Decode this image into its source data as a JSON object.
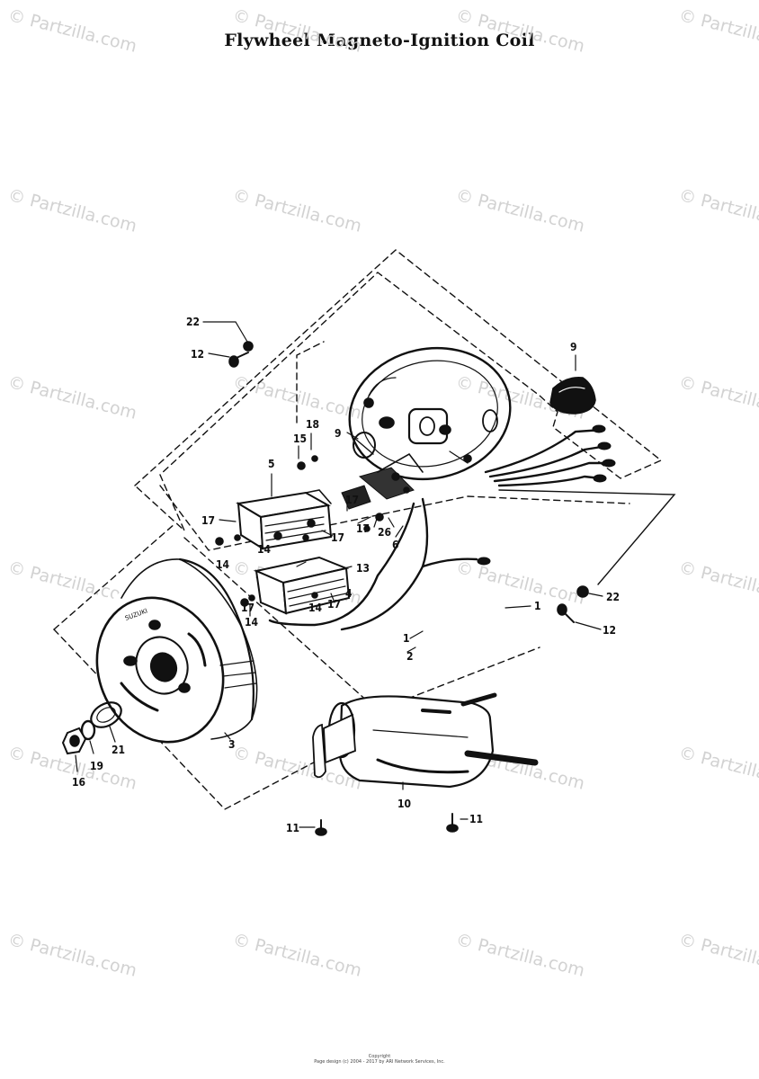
{
  "title": "Flywheel Magneto-Ignition Coil",
  "watermark_text": "© Partzilla.com",
  "footer": {
    "line1": "Copyright",
    "line2": "Page design (c) 2004 - 2017 by ARI Network Services, Inc."
  },
  "callouts": [
    "22",
    "12",
    "9",
    "18",
    "15",
    "5",
    "17",
    "17",
    "14",
    "14",
    "17",
    "17",
    "13",
    "4",
    "14",
    "17",
    "26",
    "6",
    "1",
    "2",
    "3",
    "21",
    "19",
    "16",
    "10",
    "11",
    "11",
    "22",
    "12",
    "9"
  ],
  "colors": {
    "ink": "#111111",
    "watermark": "#d2d2d2"
  }
}
